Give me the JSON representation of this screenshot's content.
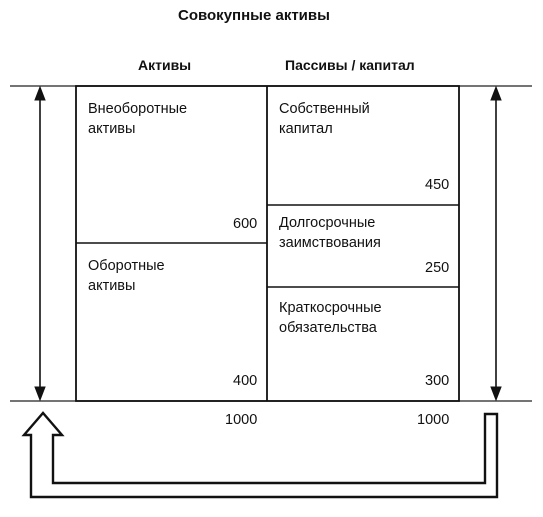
{
  "title": "Совокупные активы",
  "headers": {
    "assets": "Активы",
    "liabilities": "Пассивы / капитал"
  },
  "assets": [
    {
      "label": "Внеоборотные\nактивы",
      "value": "600"
    },
    {
      "label": "Оборотные\nактивы",
      "value": "400"
    }
  ],
  "liabilities": [
    {
      "label": "Собственный\nкапитал",
      "value": "450"
    },
    {
      "label": "Долгосрочные\nзаимствования",
      "value": "250"
    },
    {
      "label": "Краткосрочные\nобязательства",
      "value": "300"
    }
  ],
  "totals": {
    "assets": "1000",
    "liabilities": "1000"
  }
}
